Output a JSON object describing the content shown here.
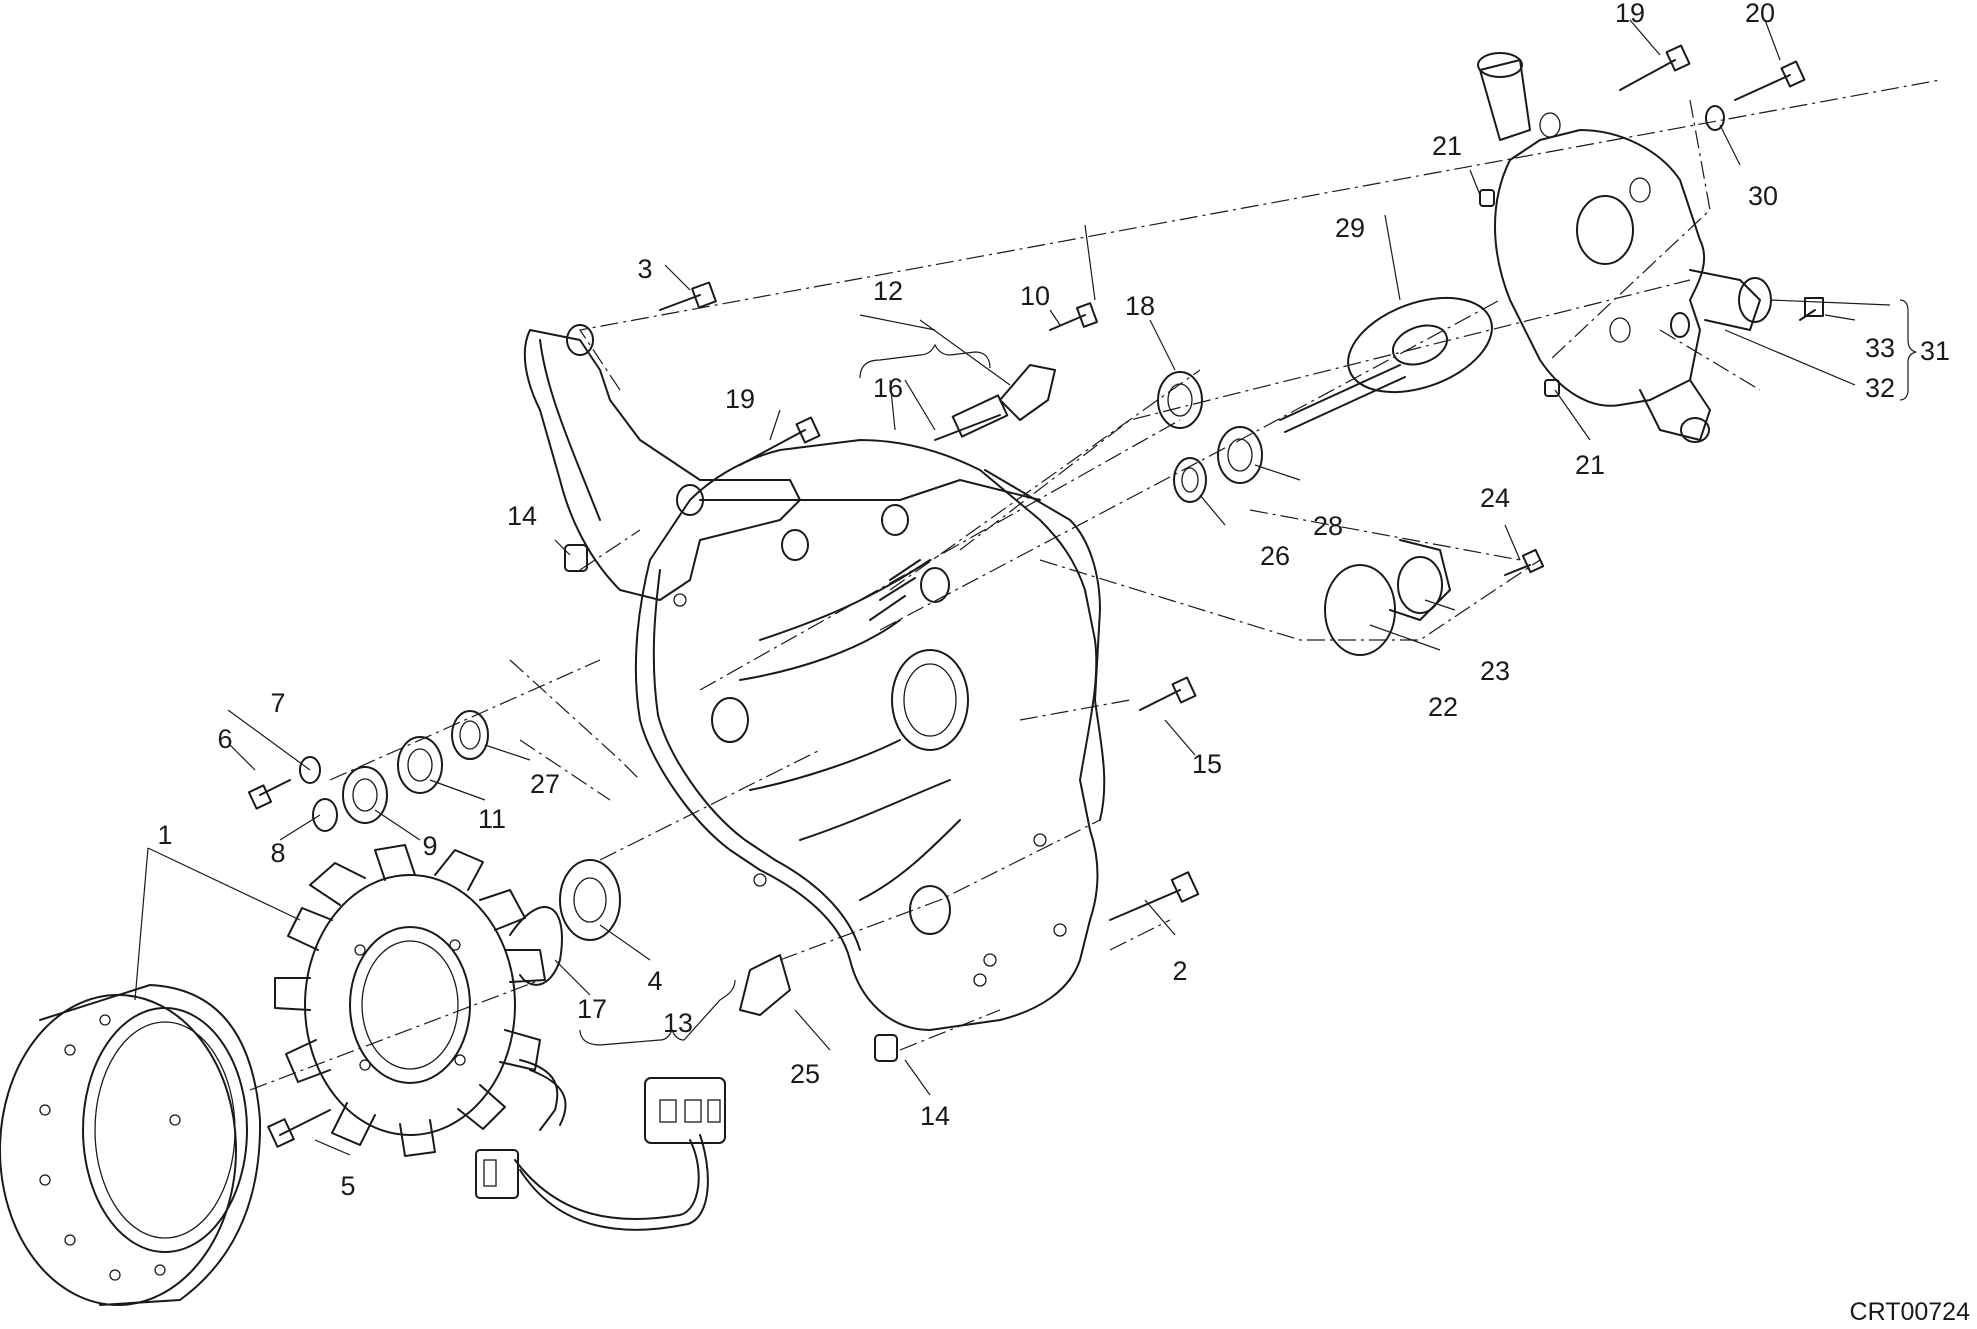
{
  "drawing_code": "CRT00724",
  "callouts": [
    "1",
    "2",
    "3",
    "4",
    "5",
    "6",
    "7",
    "8",
    "9",
    "10",
    "11",
    "12",
    "13",
    "14",
    "14",
    "15",
    "16",
    "17",
    "18",
    "19",
    "19",
    "20",
    "21",
    "21",
    "22",
    "23",
    "24",
    "25",
    "26",
    "27",
    "28",
    "29",
    "30",
    "31",
    "32",
    "33"
  ]
}
